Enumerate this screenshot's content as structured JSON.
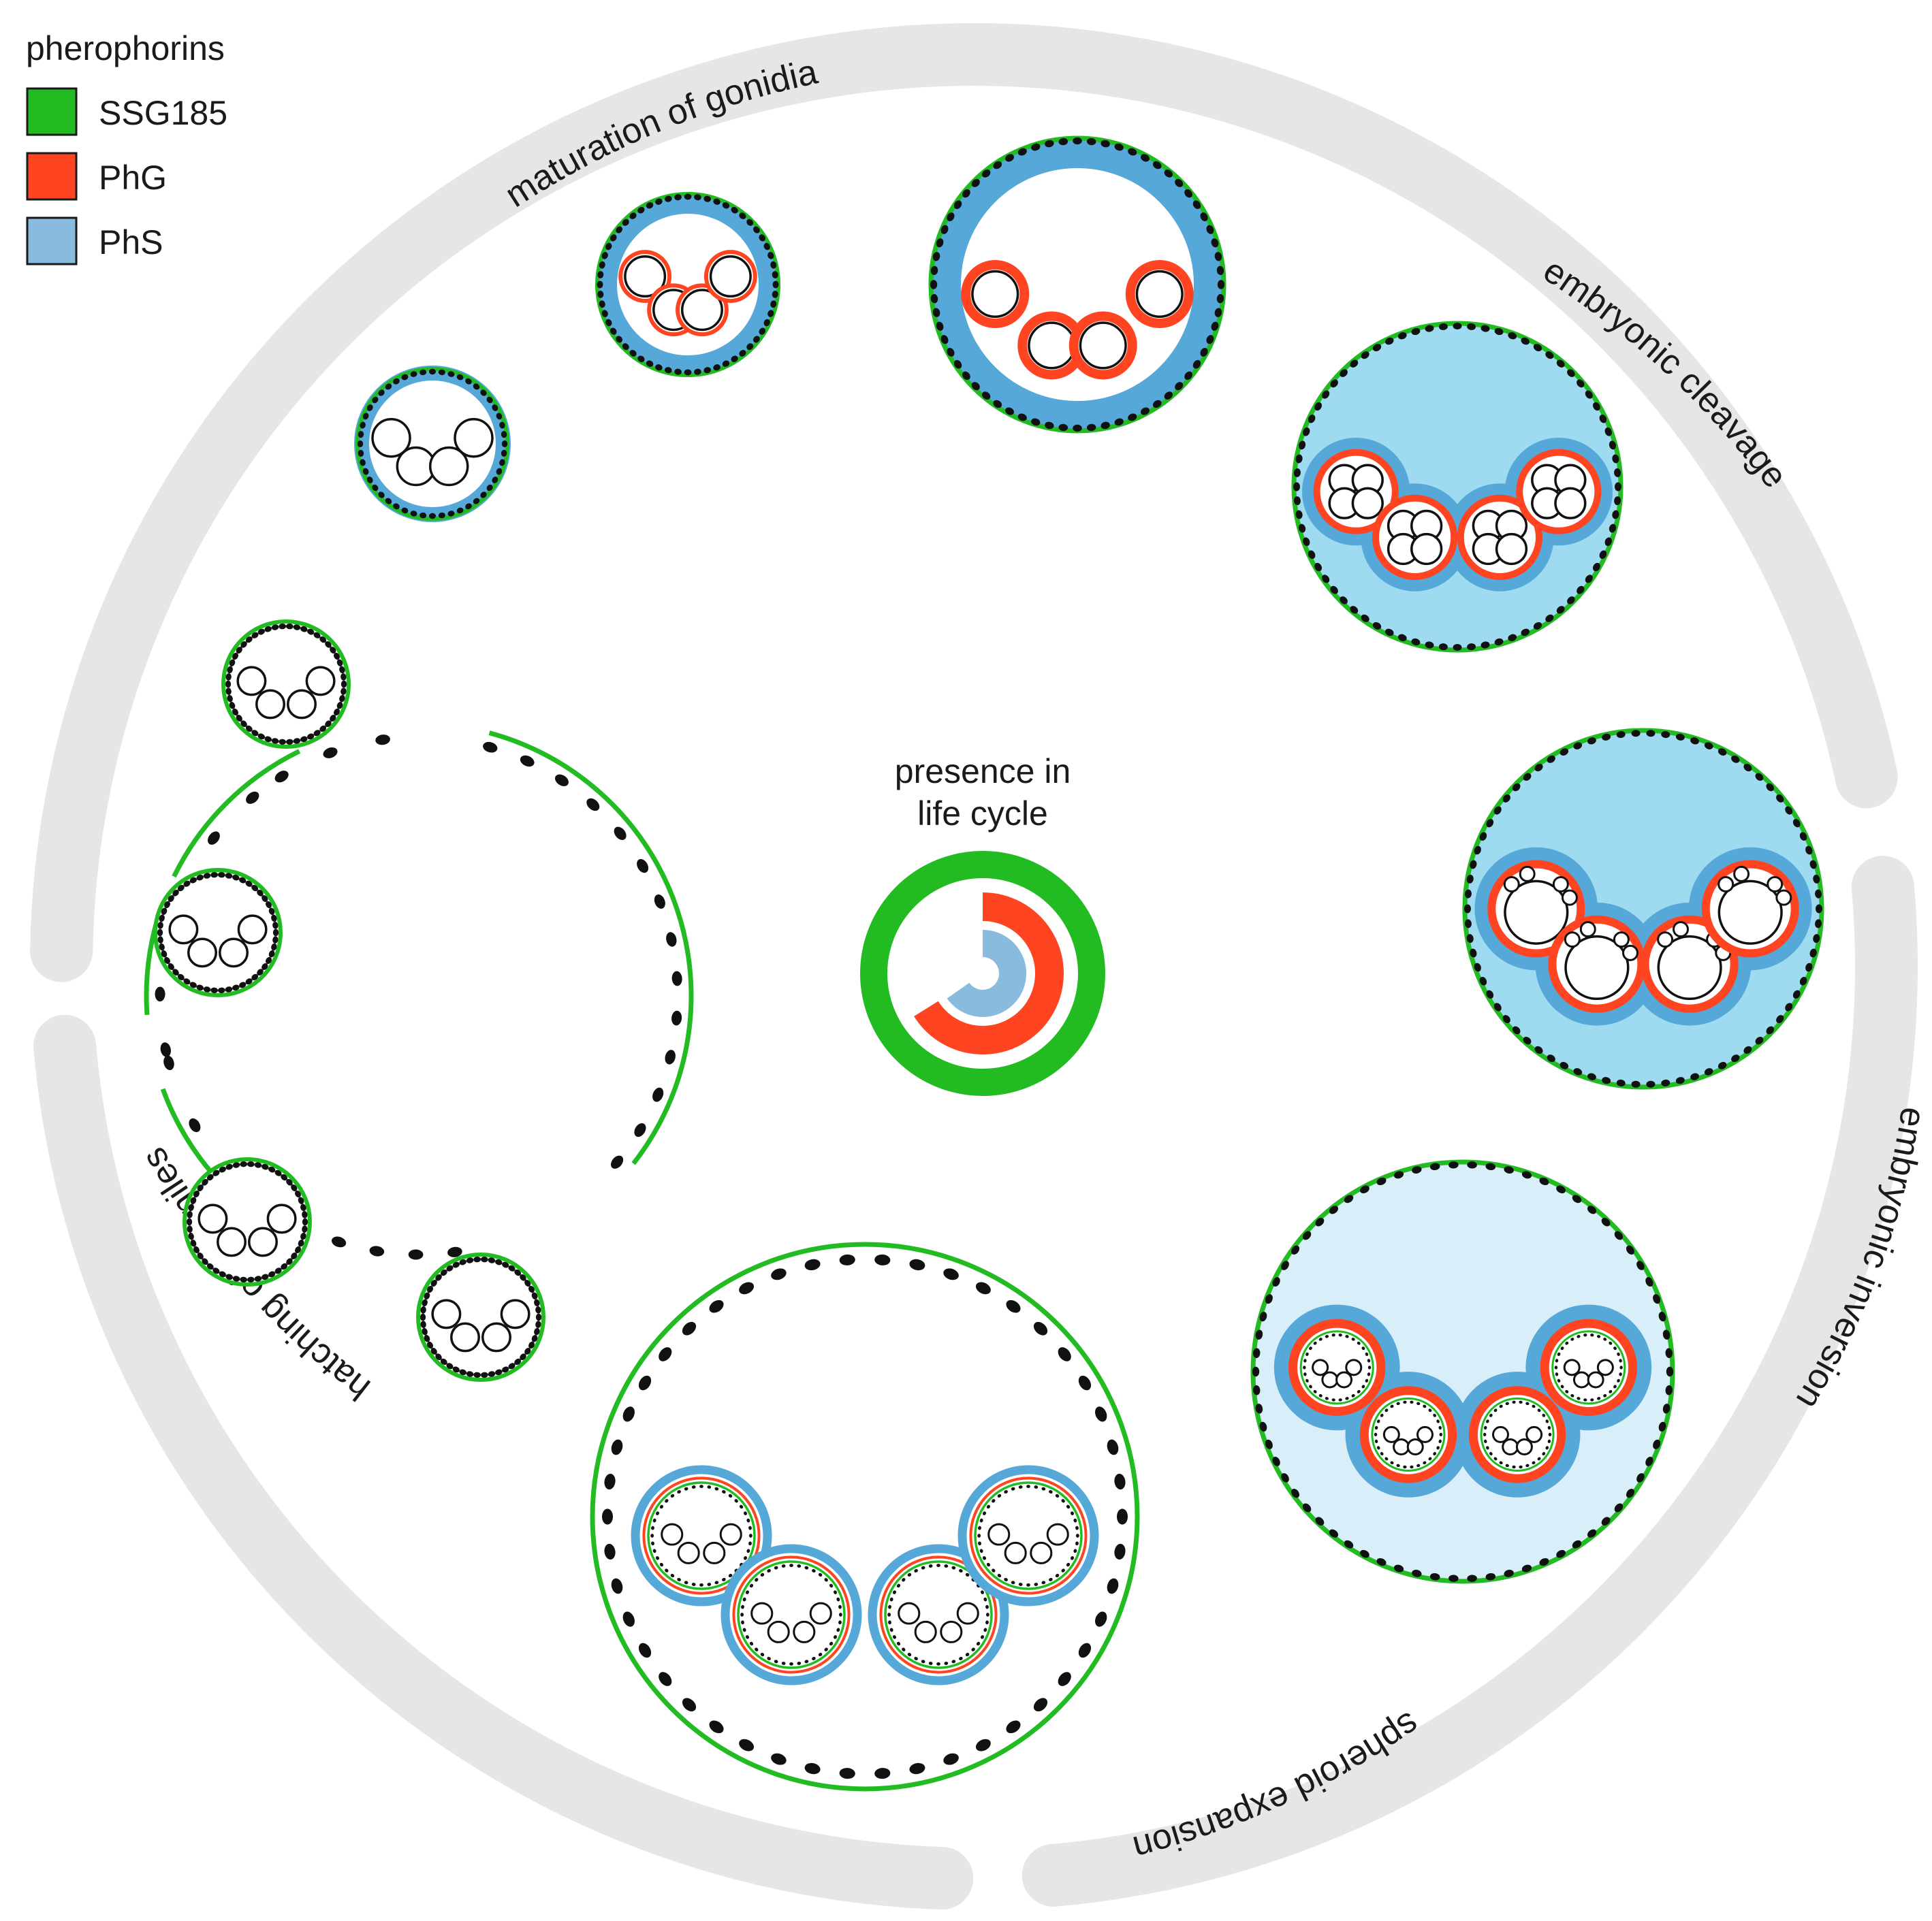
{
  "legend": {
    "title": "pherophorins",
    "items": [
      {
        "key": "ssg185",
        "label": "SSG185",
        "color": "#22bb22"
      },
      {
        "key": "phg",
        "label": "PhG",
        "color": "#ff4422"
      },
      {
        "key": "phs",
        "label": "PhS",
        "color": "#88bbdd"
      }
    ]
  },
  "center": {
    "line1": "presence in",
    "line2": "life cycle"
  },
  "stages": [
    {
      "key": "maturation",
      "label": "maturation of gonidia"
    },
    {
      "key": "cleavage",
      "label": "embryonic cleavage"
    },
    {
      "key": "inversion",
      "label": "embryonic inversion"
    },
    {
      "key": "expansion",
      "label": "spheroid expansion"
    },
    {
      "key": "hatching",
      "label": "hatching of juveniles"
    }
  ],
  "colors": {
    "ssg185": "#22bb22",
    "phg": "#ff4422",
    "phs_dark": "#55a8d8",
    "phs_light": "#9edaf0",
    "phs_pale": "#d8eff9",
    "phs_center": "#88bbdd",
    "track": "#e6e6e6",
    "cell": "#111111"
  }
}
